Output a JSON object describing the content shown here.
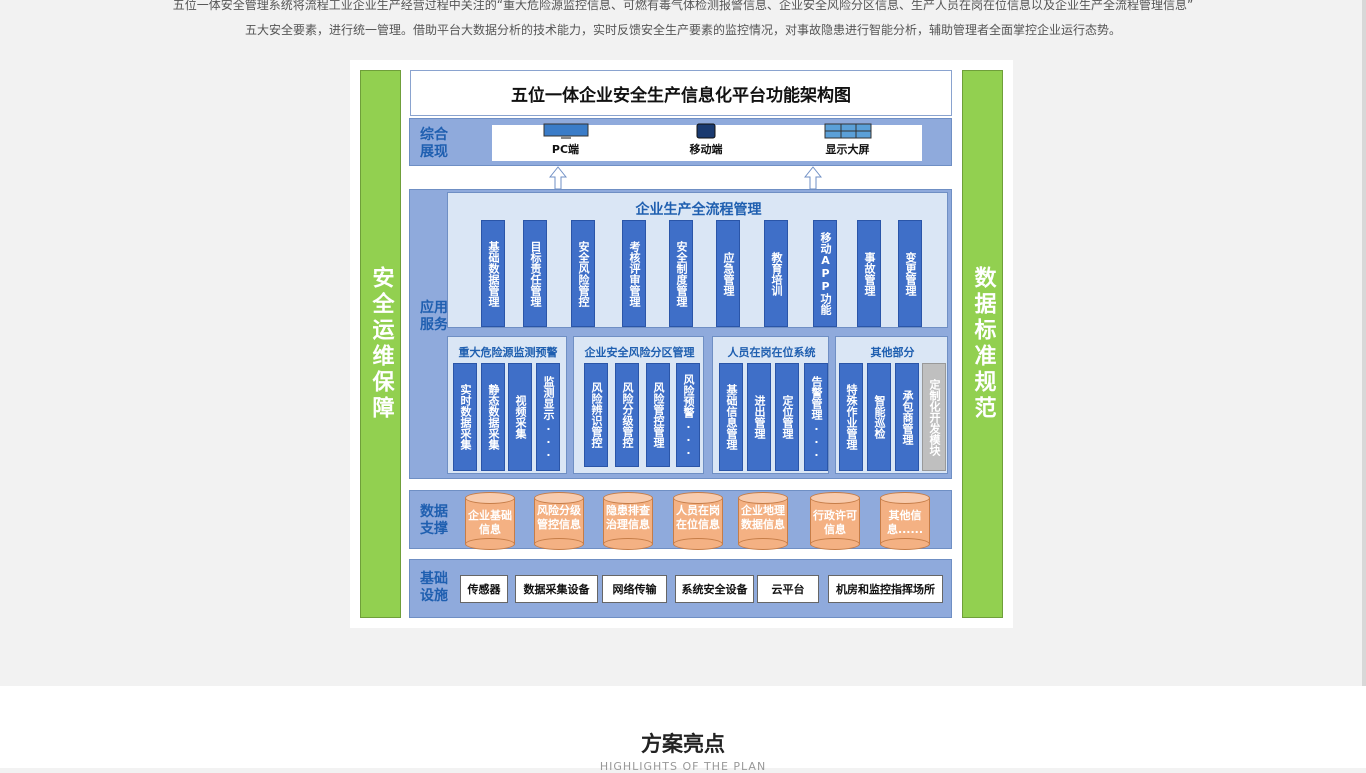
{
  "intro": {
    "line1": "五位一体安全管理系统将流程工业企业生产经营过程中关注的“重大危险源监控信息、可燃有毒气体检测报警信息、企业安全风险分区信息、生产人员在岗在位信息以及企业生产全流程管理信息”",
    "line2": "五大安全要素，进行统一管理。借助平台大数据分析的技术能力，实时反馈安全生产要素的监控情况，对事故隐患进行智能分析，辅助管理者全面掌控企业运行态势。"
  },
  "diagram": {
    "title": "五位一体企业安全生产信息化平台功能架构图",
    "left_pillar": "安全运维保障",
    "right_pillar": "数据标准规范",
    "display_layer": {
      "label": "综合展现",
      "devices": [
        "PC端",
        "移动端",
        "显示大屏"
      ]
    },
    "app_layer": {
      "label": "应用服务",
      "process_title": "企业生产全流程管理",
      "process_items": [
        "基础数据管理",
        "目标责任管理",
        "安全风险管控",
        "考核评审管理",
        "安全制度管理",
        "应急管理",
        "教育培训",
        "移动APP功能",
        "事故管理",
        "变更管理"
      ],
      "groups": [
        {
          "title": "重大危险源监测预警",
          "items": [
            "实时数据采集",
            "静态数据采集",
            "视频采集",
            "监测显示..."
          ]
        },
        {
          "title": "企业安全风险分区管理",
          "items": [
            "风险辨识管控",
            "风险分级管控",
            "风险管控管理",
            "风险预警..."
          ]
        },
        {
          "title": "人员在岗在位系统",
          "items": [
            "基础信息管理",
            "进出管理",
            "定位管理",
            "告警管理..."
          ]
        },
        {
          "title": "其他部分",
          "items": [
            "特殊作业管理",
            "智能巡检",
            "承包商管理",
            "定制化开发模块"
          ]
        }
      ]
    },
    "data_layer": {
      "label": "数据支撑",
      "items": [
        "企业基础信息",
        "风险分级管控信息",
        "隐患排查治理信息",
        "人员在岗在位信息",
        "企业地理数据信息",
        "行政许可信息",
        "其他信息......"
      ]
    },
    "infra_layer": {
      "label": "基础设施",
      "items": [
        "传感器",
        "数据采集设备",
        "网络传输",
        "系统安全设备",
        "云平台",
        "机房和监控指挥场所"
      ]
    }
  },
  "highlights": {
    "title": "方案亮点",
    "subtitle": "HIGHLIGHTS OF THE PLAN"
  },
  "colors": {
    "pillar": "#92d050",
    "band": "#8faadc",
    "module": "#3f6fc8",
    "database": "#f4b183",
    "heading": "#1f5fb0"
  }
}
